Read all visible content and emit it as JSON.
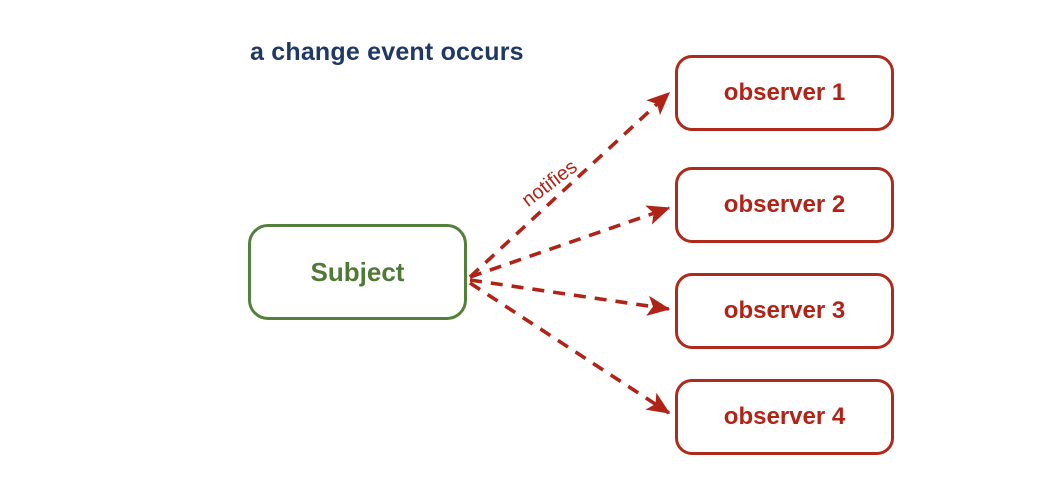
{
  "diagram": {
    "caption": "a change event occurs",
    "colors": {
      "caption": "#1F3864",
      "subject_stroke": "#53803B",
      "subject_text": "#4F7A36",
      "observer_stroke": "#AE2A1C",
      "observer_text": "#B02418",
      "arrow": "#B02418",
      "background": "#FFFFFF"
    },
    "subject": {
      "label": "Subject"
    },
    "observers": [
      {
        "label": "observer 1"
      },
      {
        "label": "observer 2"
      },
      {
        "label": "observer 3"
      },
      {
        "label": "observer 4"
      }
    ],
    "edges": [
      {
        "label": "notifies",
        "from": "Subject",
        "to": "observer 1",
        "style": "dashed",
        "arrow": "open"
      },
      {
        "label": "",
        "from": "Subject",
        "to": "observer 2",
        "style": "dashed",
        "arrow": "open"
      },
      {
        "label": "",
        "from": "Subject",
        "to": "observer 3",
        "style": "dashed",
        "arrow": "open"
      },
      {
        "label": "",
        "from": "Subject",
        "to": "observer 4",
        "style": "dashed",
        "arrow": "open"
      }
    ]
  }
}
